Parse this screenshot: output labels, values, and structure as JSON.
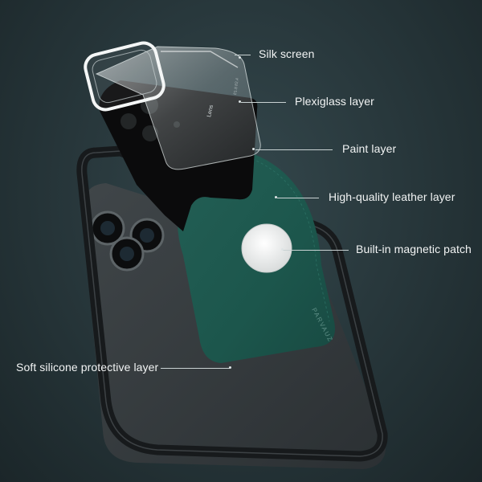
{
  "image": {
    "alt": "Exploded view of a layered phone case",
    "colors": {
      "background": "#263539",
      "leather": "#1f5a50",
      "silicone_frame": "#1d1f21",
      "paint_layer": "#0b0b0c",
      "magnetic_patch": "#e9ebea"
    }
  },
  "labels": {
    "silk_screen": "Silk screen",
    "plexiglass_layer": "Plexiglass layer",
    "paint_layer": "Paint layer",
    "leather_layer": "High-quality leather layer",
    "magnetic_patch": "Built-in magnetic patch",
    "silicone_layer": "Soft silicone protective layer"
  },
  "printed_text": {
    "lens_text": "Lens",
    "case_logo": "PARVAUZ"
  }
}
